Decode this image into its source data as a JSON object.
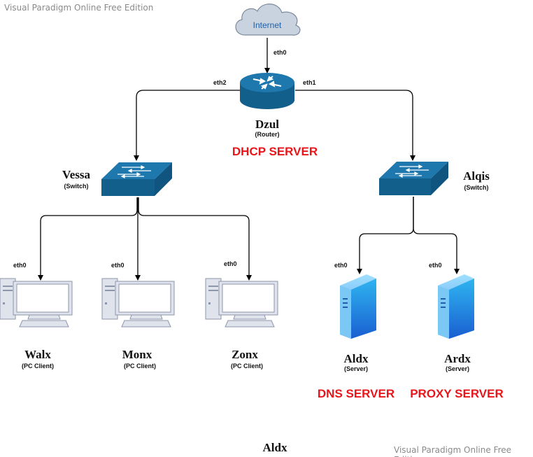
{
  "watermark": {
    "top": "Visual Paradigm Online Free Edition",
    "bottom": "Visual Paradigm Online Free Edition"
  },
  "colors": {
    "accent_red": "#e8151b",
    "device_blue": "#1a6b9a",
    "cloud_fill": "#c9d3df",
    "cloud_text": "#1f5fa8",
    "link": "#000000"
  },
  "internet": {
    "label": "Internet",
    "icon": "cloud-icon"
  },
  "router": {
    "name": "Dzul",
    "role": "(Router)",
    "tag": "DHCP SERVER",
    "icon": "router-icon",
    "ports": {
      "up": "eth0",
      "left": "eth2",
      "right": "eth1"
    }
  },
  "switches": [
    {
      "name": "Vessa",
      "role": "(Switch)",
      "icon": "switch-icon"
    },
    {
      "name": "Alqis",
      "role": "(Switch)",
      "icon": "switch-icon"
    }
  ],
  "clients": [
    {
      "name": "Walx",
      "role": "(PC Client)",
      "port": "eth0",
      "icon": "pc-client-icon"
    },
    {
      "name": "Monx",
      "role": "(PC Client)",
      "port": "eth0",
      "icon": "pc-client-icon"
    },
    {
      "name": "Zonx",
      "role": "(PC Client)",
      "port": "eth0",
      "icon": "pc-client-icon"
    }
  ],
  "servers": [
    {
      "name": "Aldx",
      "role": "(Server)",
      "port": "eth0",
      "tag": "DNS SERVER",
      "icon": "server-icon"
    },
    {
      "name": "Ardx",
      "role": "(Server)",
      "port": "eth0",
      "tag": "PROXY SERVER",
      "icon": "server-icon"
    }
  ],
  "footer_label": "Aldx"
}
